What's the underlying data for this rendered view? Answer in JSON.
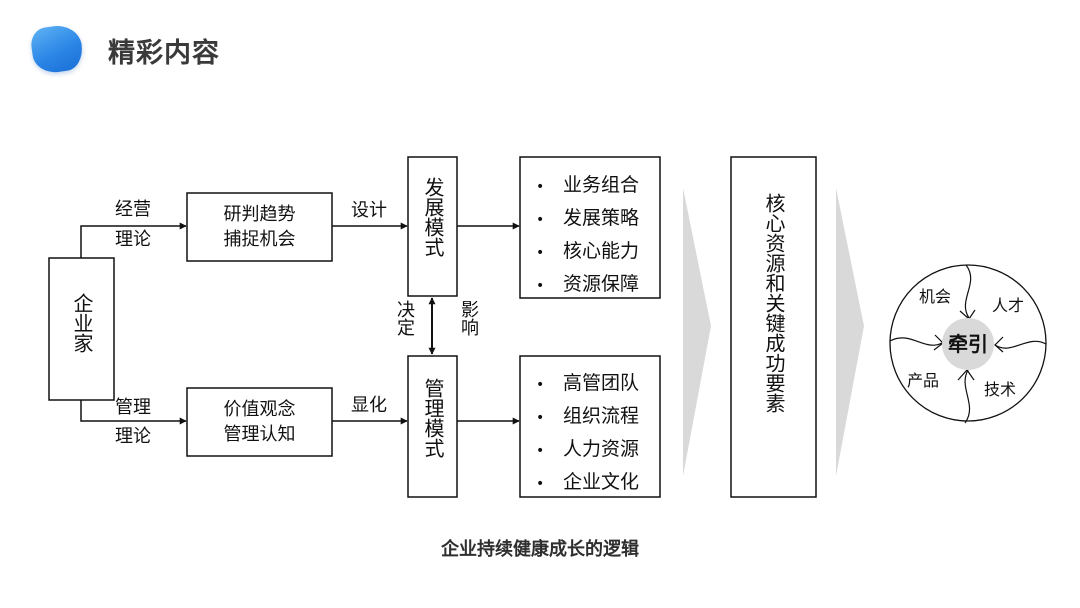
{
  "page": {
    "title": "精彩内容",
    "caption": "企业持续健康成长的逻辑"
  },
  "diagram": {
    "entrepreneur": "企业家",
    "operating_theory": [
      "经营",
      "理论"
    ],
    "management_theory": [
      "管理",
      "理论"
    ],
    "box_trend": [
      "研判趋势",
      "捕捉机会"
    ],
    "box_values": [
      "价值观念",
      "管理认知"
    ],
    "design": "设计",
    "manifest": "显化",
    "development_mode": "发展模式",
    "management_mode": "管理模式",
    "decides": "决定",
    "influences": "影响",
    "development_items": [
      "业务组合",
      "发展策略",
      "核心能力",
      "资源保障"
    ],
    "management_items": [
      "高管团队",
      "组织流程",
      "人力资源",
      "企业文化"
    ],
    "core_resources": "核心资源和关键成功要素",
    "circle": {
      "center": "牵引",
      "opportunity": "机会",
      "talent": "人才",
      "product": "产品",
      "technology": "技术"
    }
  },
  "colors": {
    "accent_blue": "#2b86e6",
    "line": "#111111",
    "chevron": "#d9d9d9",
    "center_circle": "#d9d9d9"
  }
}
